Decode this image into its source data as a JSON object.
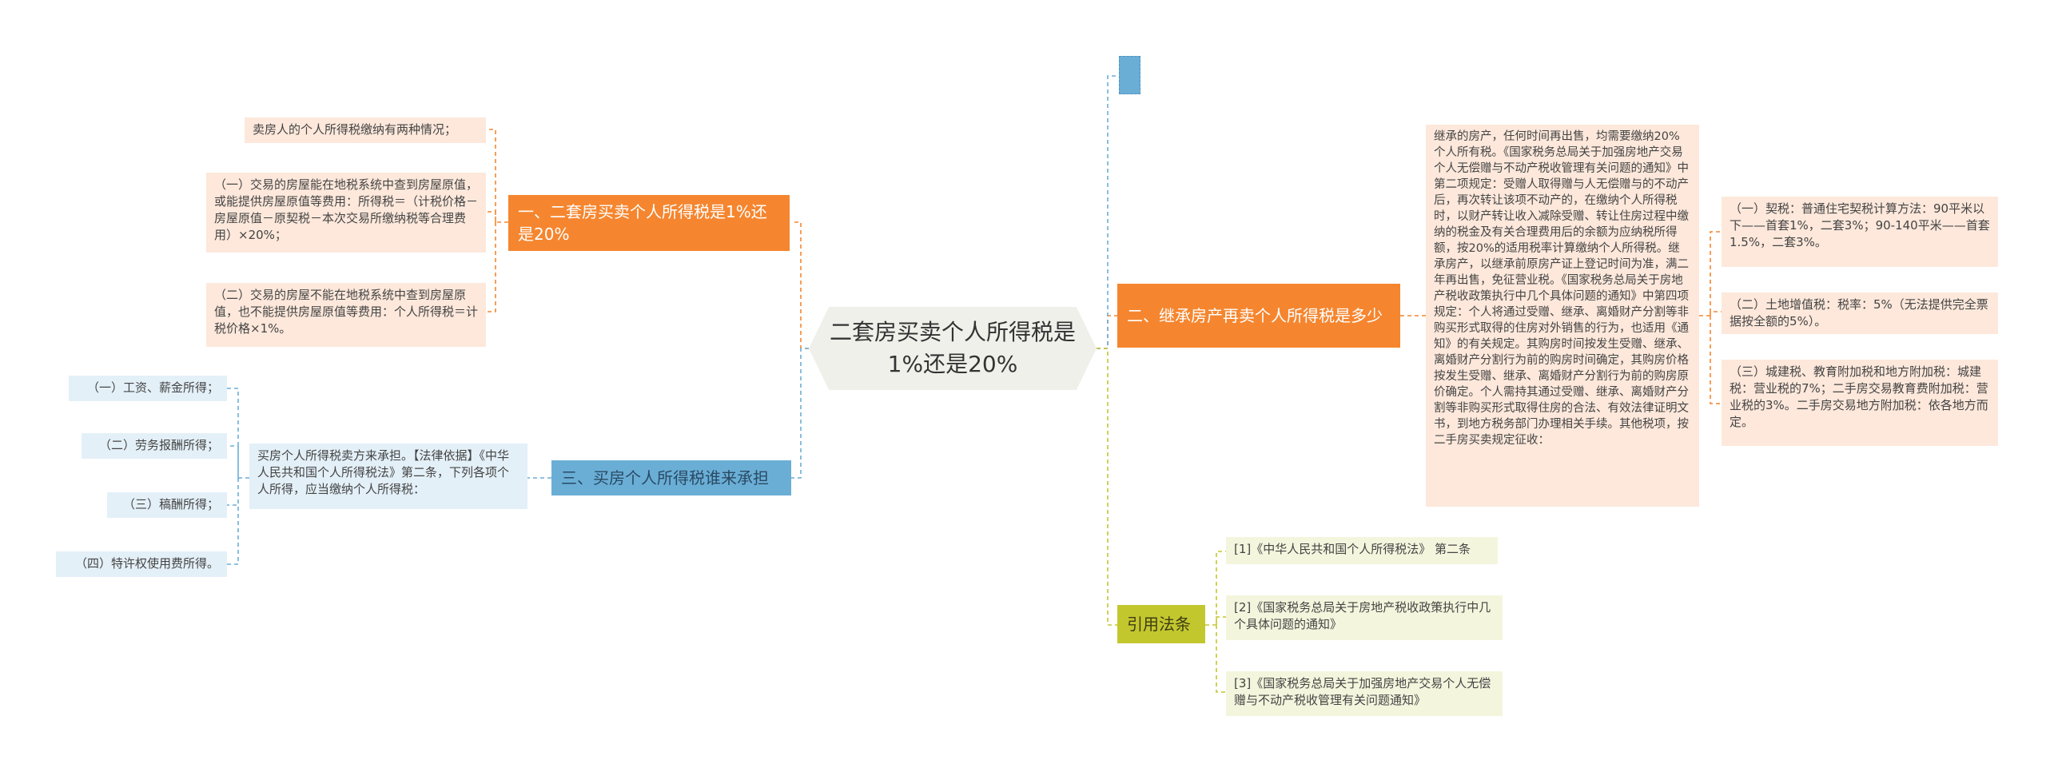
{
  "root": {
    "title": "二套房买卖个人所得税是1%还是20%"
  },
  "left": {
    "branch1": {
      "label": "一、二套房买卖个人所得税是1%还是20%",
      "leaves": [
        "卖房人的个人所得税缴纳有两种情况；",
        "（一）交易的房屋能在地税系统中查到房屋原值，或能提供房屋原值等费用：所得税＝（计税价格－房屋原值－原契税－本次交易所缴纳税等合理费用）×20%；",
        "（二）交易的房屋不能在地税系统中查到房屋原值，也不能提供房屋原值等费用：个人所得税＝计税价格×1%。"
      ]
    },
    "branch3": {
      "label": "三、买房个人所得税谁来承担",
      "basis": "买房个人所得税卖方来承担。【法律依据】《中华人民共和国个人所得税法》第二条，下列各项个人所得，应当缴纳个人所得税：",
      "items": [
        "（一）工资、薪金所得；",
        "（二）劳务报酬所得；",
        "（三）稿酬所得；",
        "（四）特许权使用费所得。"
      ]
    }
  },
  "right": {
    "branch2": {
      "label": "二、继承房产再卖个人所得税是多少",
      "detail": "继承的房产，任何时间再出售，均需要缴纳20%个人所有税。《国家税务总局关于加强房地产交易个人无偿赠与不动产税收管理有关问题的通知》中第二项规定：受赠人取得赠与人无偿赠与的不动产后，再次转让该项不动产的，在缴纳个人所得税时，以财产转让收入减除受赠、转让住房过程中缴纳的税金及有关合理费用后的余额为应纳税所得额，按20%的适用税率计算缴纳个人所得税。继承房产，以继承前原房产证上登记时间为准，满二年再出售，免征营业税。《国家税务总局关于房地产税收政策执行中几个具体问题的通知》中第四项规定：个人将通过受赠、继承、离婚财产分割等非购买形式取得的住房对外销售的行为，也适用《通知》的有关规定。其购房时间按发生受赠、继承、离婚财产分割行为前的购房时间确定，其购房价格按发生受赠、继承、离婚财产分割行为前的购房原价确定。个人需持其通过受赠、继承、离婚财产分割等非购买形式取得住房的合法、有效法律证明文书，到地方税务部门办理相关手续。其他税项，按二手房买卖规定征收：",
      "taxes": [
        "（一）契税：普通住宅契税计算方法：90平米以下——首套1%，二套3%；90-140平米——首套1.5%，二套3%。",
        "（二）土地增值税：税率：5%（无法提供完全票据按全额的5%）。",
        "（三）城建税、教育附加税和地方附加税：城建税：营业税的7%；二手房交易教育费附加税：营业税的3%。二手房交易地方附加税：依各地方而定。"
      ]
    },
    "citations": {
      "label": "引用法条",
      "items": [
        "[1]《中华人民共和国个人所得税法》 第二条",
        "[2]《国家税务总局关于房地产税收政策执行中几个具体问题的通知》",
        "[3]《国家税务总局关于加强房地产交易个人无偿赠与不动产税收管理有关问题通知》"
      ]
    }
  },
  "colors": {
    "orange": "#f5862f",
    "blue": "#6aaed6",
    "olive": "#c3c72e",
    "root_fill": "#eff0ea"
  }
}
